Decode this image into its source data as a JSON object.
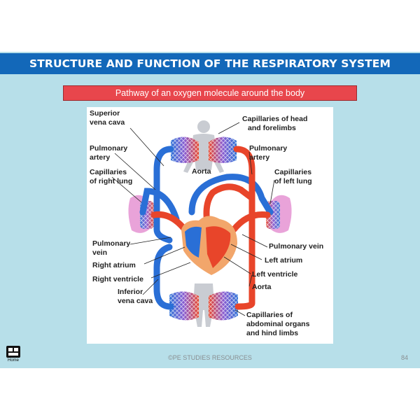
{
  "header": {
    "title": "STRUCTURE AND FUNCTION OF THE RESPIRATORY SYSTEM"
  },
  "subheader": {
    "title": "Pathway of an oxygen molecule around the body"
  },
  "diagram": {
    "labels": {
      "superior_vena_cava_1": "Superior",
      "superior_vena_cava_2": "vena cava",
      "pulmonary_artery_left_1": "Pulmonary",
      "pulmonary_artery_left_2": "artery",
      "capillaries_right_lung_1": "Capillaries",
      "capillaries_right_lung_2": "of right lung",
      "aorta_top": "Aorta",
      "capillaries_head_1": "Capillaries of head",
      "capillaries_head_2": "and forelimbs",
      "pulmonary_artery_right_1": "Pulmonary",
      "pulmonary_artery_right_2": "artery",
      "capillaries_left_lung_1": "Capillaries",
      "capillaries_left_lung_2": "of left lung",
      "pulmonary_vein_left_1": "Pulmonary",
      "pulmonary_vein_left_2": "vein",
      "right_atrium": "Right atrium",
      "right_ventricle": "Right ventricle",
      "inferior_vena_cava_1": "Inferior",
      "inferior_vena_cava_2": "vena cava",
      "pulmonary_vein_right": "Pulmonary vein",
      "left_atrium": "Left atrium",
      "left_ventricle": "Left ventricle",
      "aorta_bottom": "Aorta",
      "capillaries_abdominal_1": "Capillaries of",
      "capillaries_abdominal_2": "abdominal organs",
      "capillaries_abdominal_3": "and hind limbs"
    },
    "colors": {
      "oxygenated": "#e8452a",
      "deoxygenated": "#2a6fd6",
      "lung": "#e9a3d9",
      "body": "#c9ccd2"
    }
  },
  "footer": {
    "copyright": "©PE STUDIES RESOURCES",
    "page_number": "84",
    "home_label": "Home"
  }
}
